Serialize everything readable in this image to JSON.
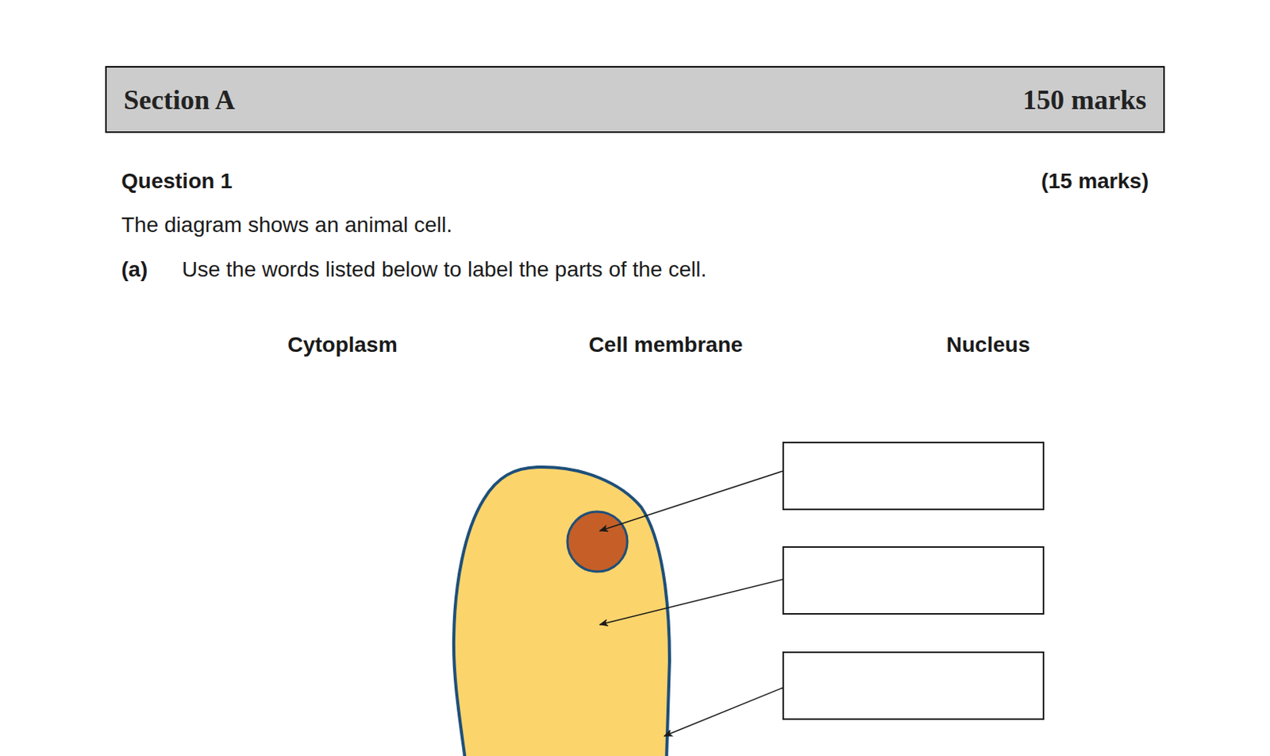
{
  "diagram": {
    "nodes": [
      {
        "text": [
          "Section A",
          "150 marks"
        ]
      }
    ],
    "labels": [
      "Question 1",
      "(15 marks)",
      "The diagram shows an animal cell.",
      "(a)",
      "Use the words listed below to label the parts of the cell.",
      "Cytoplasm",
      "Cell membrane",
      "Nucleus"
    ]
  }
}
